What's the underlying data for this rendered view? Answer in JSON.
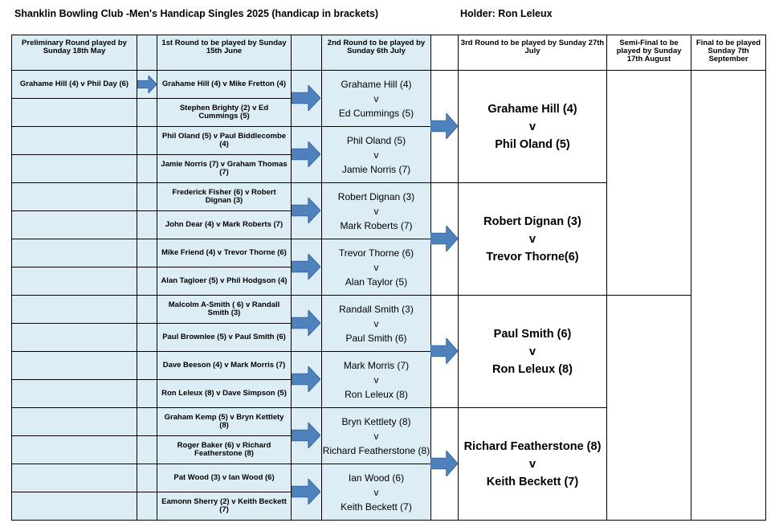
{
  "title": "Shanklin Bowling Club -Men's Handicap Singles 2025  (handicap in brackets)",
  "holder": "Holder:  Ron Leleux",
  "headers": {
    "prelim": "Preliminary Round played by Sunday 18th May",
    "round1": "1st Round to be played by Sunday 15th June",
    "round2": "2nd Round to be played by Sunday 6th July",
    "round3": "3rd Round to be played by Sunday 27th July",
    "semi": "Semi-Final to be played by  Sunday 17th August",
    "final": "Final to be played Sunday 7th September"
  },
  "prelim": [
    "Grahame Hill (4) v Phil Day (6)"
  ],
  "round1": [
    "Grahame Hill (4) v  Mike Fretton (4)",
    "Stephen Brighty (2)  v  Ed Cummings (5)",
    "Phil Oland (5) v  Paul Biddlecombe (4)",
    "Jamie Norris (7) v Graham Thomas (7)",
    "Frederick Fisher (6) v Robert Dignan (3)",
    "John Dear (4) v Mark Roberts (7)",
    "Mike Friend (4) v Trevor Thorne (6)",
    "Alan Tagloer (5) v Phil Hodgson (4)",
    "Malcolm A-Smith ( 6) v Randall Smith (3)",
    "Paul Brownlee (5) v Paul Smith (6)",
    "Dave Beeson (4) v Mark Morris (7)",
    "Ron Leleux (8) v Dave Simpson (5)",
    "Graham Kemp (5) v Bryn Kettlety (8)",
    "Roger Baker (6) v Richard Featherstone (8)",
    "Pat Wood (3) v Ian Wood (6)",
    "Eamonn Sherry (2) v Keith Beckett (7)"
  ],
  "vs": "v",
  "round2": [
    {
      "a": "Grahame Hill (4)",
      "b": "Ed Cummings (5)"
    },
    {
      "a": "Phil Oland (5)",
      "b": "Jamie Norris (7)"
    },
    {
      "a": "Robert Dignan (3)",
      "b": "Mark Roberts (7)"
    },
    {
      "a": "Trevor Thorne (6)",
      "b": "Alan Taylor (5)"
    },
    {
      "a": "Randall Smith (3)",
      "b": "Paul Smith (6)"
    },
    {
      "a": "Mark Morris (7)",
      "b": "Ron Leleux (8)"
    },
    {
      "a": "Bryn Kettlety (8)",
      "b": "Richard Featherstone (8)"
    },
    {
      "a": "Ian Wood (6)",
      "b": "Keith Beckett (7)"
    }
  ],
  "round3": [
    {
      "a": "Grahame Hill (4)",
      "b": "Phil Oland (5)"
    },
    {
      "a": "Robert Dignan (3)",
      "b": "Trevor Thorne(6)"
    },
    {
      "a": "Paul Smith (6)",
      "b": "Ron Leleux (8)"
    },
    {
      "a": "Richard Featherstone (8)",
      "b": "Keith Beckett (7)"
    }
  ],
  "colors": {
    "cell_blue": "#dcedf5",
    "arrow_blue": "#4f81bd",
    "arrow_edge": "#3a6aa0"
  }
}
